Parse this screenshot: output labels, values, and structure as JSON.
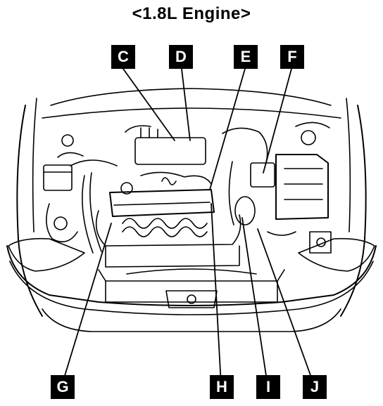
{
  "title": "<1.8L  Engine>",
  "callouts": {
    "c": "C",
    "d": "D",
    "e": "E",
    "f": "F",
    "g": "G",
    "h": "H",
    "i": "I",
    "j": "J"
  },
  "colors": {
    "ink": "#000000",
    "paper": "#ffffff"
  }
}
